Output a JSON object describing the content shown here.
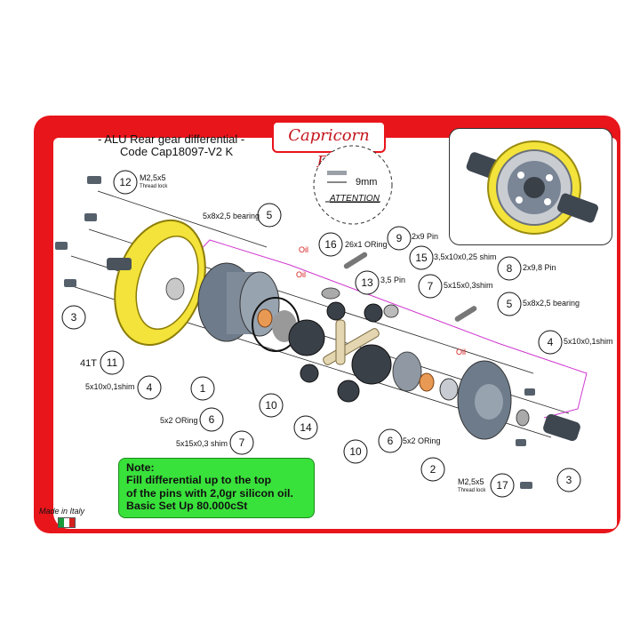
{
  "header": {
    "title": "- ALU Rear gear differential -",
    "code": "Code Cap18097-V2 K",
    "brand": "Capricorn RC"
  },
  "attention": {
    "dimension": "9mm",
    "label": "ATTENTION"
  },
  "note": {
    "title": "Note:",
    "lines": [
      "Fill differential up to the top",
      "of the pins with 2,0gr silicon oil.",
      "Basic Set Up 80.000cSt"
    ]
  },
  "footer": {
    "made_in": "Made in Italy",
    "flag_colors": [
      "#1a9b3a",
      "#ffffff",
      "#d42020"
    ]
  },
  "colors": {
    "frame": "#e8151b",
    "gear": "#f3e33a",
    "note_bg": "#39e13b",
    "housing": "#6e7b8a"
  },
  "parts": {
    "p12": {
      "num": "12",
      "desc": "M2,5x5",
      "sub": "Thread lock"
    },
    "p5a": {
      "num": "5",
      "desc": "5x8x2,5 bearing"
    },
    "p16": {
      "num": "16",
      "desc": "26x1 ORing"
    },
    "p9": {
      "num": "9",
      "desc": "2x9 Pin"
    },
    "p15": {
      "num": "15",
      "desc": "3,5x10x0,25 shim"
    },
    "p13": {
      "num": "13",
      "desc": "3,5 Pin"
    },
    "p7a": {
      "num": "7",
      "desc": "5x15x0,3shim"
    },
    "p8": {
      "num": "8",
      "desc": "2x9,8 Pin"
    },
    "p5b": {
      "num": "5",
      "desc": "5x8x2,5 bearing"
    },
    "p4a": {
      "num": "4",
      "desc": "5x10x0,1shim"
    },
    "p3a": {
      "num": "3"
    },
    "p11": {
      "num": "11",
      "desc": "41T"
    },
    "p4b": {
      "num": "4",
      "desc": "5x10x0,1shim"
    },
    "p1": {
      "num": "1"
    },
    "p6a": {
      "num": "6",
      "desc": "5x2 ORing"
    },
    "p7b": {
      "num": "7",
      "desc": "5x15x0,3 shim"
    },
    "p10a": {
      "num": "10"
    },
    "p14": {
      "num": "14"
    },
    "p10b": {
      "num": "10"
    },
    "p6b": {
      "num": "6",
      "desc": "5x2 ORing"
    },
    "p2": {
      "num": "2"
    },
    "p17": {
      "num": "17",
      "desc": "M2,5x5",
      "sub": "Thread lock"
    },
    "p3b": {
      "num": "3"
    }
  },
  "oil_labels": [
    "Oil",
    "Oil",
    "Oil"
  ]
}
